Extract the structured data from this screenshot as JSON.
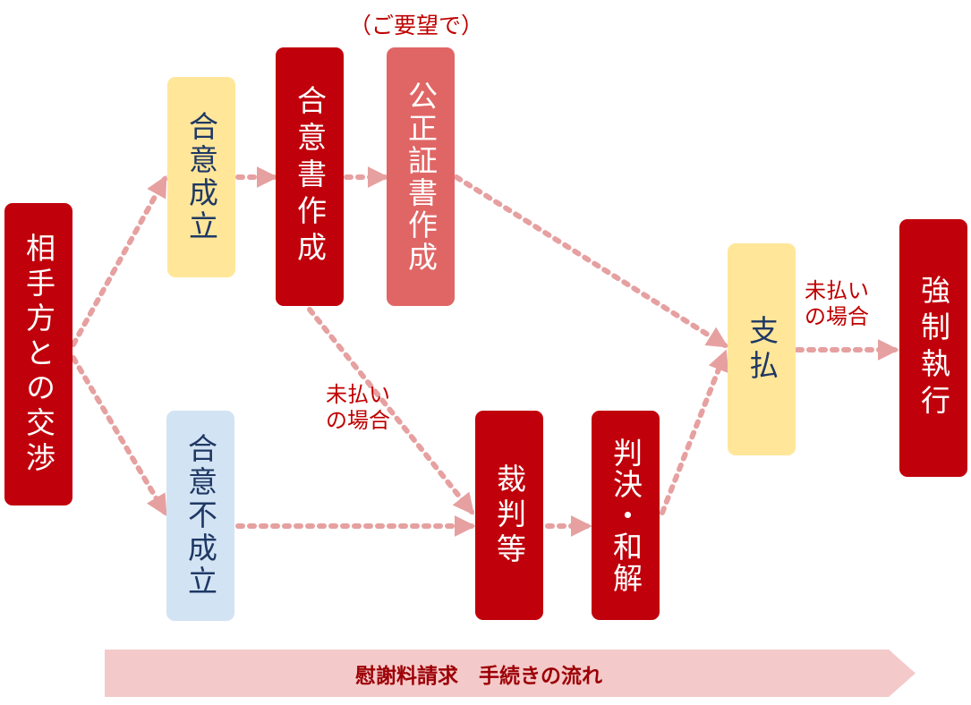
{
  "nodes": {
    "negotiation": "相手方との交渉",
    "agreement": "合意成立",
    "agreement_doc": "合意書作成",
    "notarized_doc": "公正証書作成",
    "no_agreement": "合意不成立",
    "trial": "裁判等",
    "judgment": "判決・和解",
    "payment": "支払",
    "enforcement": "強制執行"
  },
  "notes": {
    "on_request": "（ご要望で）",
    "unpaid_top_line1": "未払い",
    "unpaid_top_line2": "の場合",
    "unpaid_mid_line1": "未払い",
    "unpaid_mid_line2": "の場合"
  },
  "banner": {
    "title": "慰謝料請求　手続きの流れ"
  },
  "colors": {
    "dark_red": "#c0000b",
    "rose": "#e06666",
    "yellow": "#ffe699",
    "light_blue": "#d2e3f3",
    "arrow": "#e6a0a0",
    "banner": "#f4c9c9",
    "note_text": "#c00000"
  }
}
